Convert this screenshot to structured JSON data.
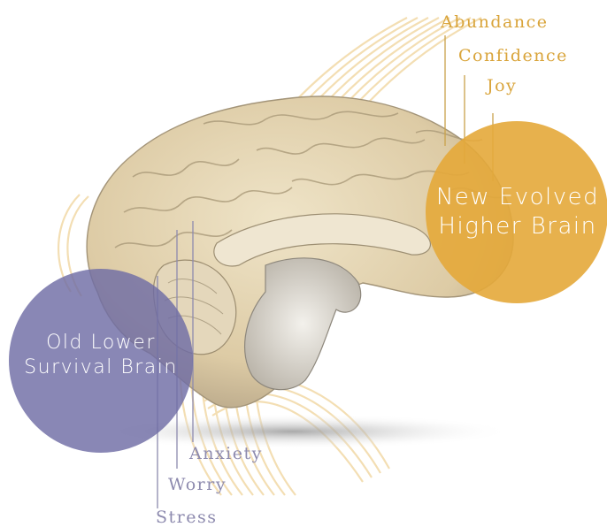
{
  "colors": {
    "gold": "#e4a93a",
    "purple": "#6f6da5",
    "brain_fill": "#e8dcc0",
    "arc_gold": "#f3ddb0",
    "shadow": "#b9b9b9"
  },
  "higher_brain": {
    "label_line1": "New Evolved",
    "label_line2": "Higher Brain",
    "emotions": [
      "Abundance",
      "Confidence",
      "Joy"
    ]
  },
  "lower_brain": {
    "label_line1": "Old Lower",
    "label_line2": "Survival Brain",
    "emotions": [
      "Anxiety",
      "Worry",
      "Stress"
    ]
  },
  "illustration": {
    "subject": "brain-sagittal-section"
  }
}
